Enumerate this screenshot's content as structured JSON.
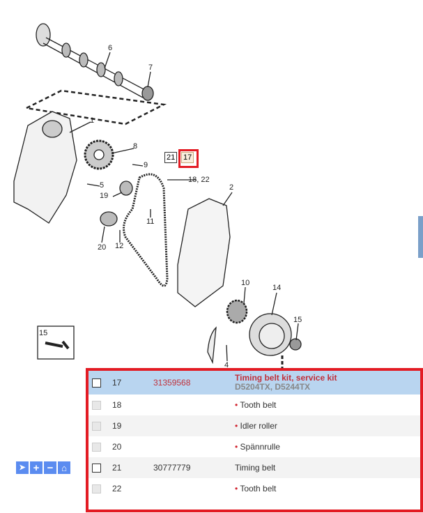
{
  "diagram": {
    "callouts": {
      "c6": "6",
      "c7": "7",
      "c1": "1",
      "c8": "8",
      "c9": "9",
      "c5": "5",
      "c19": "19",
      "c18_22": "18, 22",
      "c2": "2",
      "c11": "11",
      "c12": "12",
      "c20": "20",
      "c10": "10",
      "c14": "14",
      "c15": "15",
      "c4": "4"
    },
    "inset_label": "15",
    "ref_boxes": [
      "21",
      "17"
    ]
  },
  "toolbar": {
    "icons": [
      "pointer-icon",
      "zoom-in-icon",
      "zoom-out-icon",
      "home-icon"
    ]
  },
  "parts": [
    {
      "pos": "17",
      "part_no": "31359568",
      "desc": "Timing belt kit, service kit",
      "sub": "D5204TX, D5244TX",
      "selected": true,
      "bullet": false
    },
    {
      "pos": "18",
      "part_no": "",
      "desc": "Tooth belt",
      "bullet": true
    },
    {
      "pos": "19",
      "part_no": "",
      "desc": "Idler roller",
      "bullet": true
    },
    {
      "pos": "20",
      "part_no": "",
      "desc": "Spännrulle",
      "bullet": true
    },
    {
      "pos": "21",
      "part_no": "30777779",
      "desc": "Timing belt",
      "bullet": false
    },
    {
      "pos": "22",
      "part_no": "",
      "desc": "Tooth belt",
      "bullet": true
    }
  ],
  "colors": {
    "highlight": "#e31b23",
    "selected_row": "#b9d5f0",
    "part_red": "#c0313b",
    "toolbar": "#5b8cf0"
  }
}
